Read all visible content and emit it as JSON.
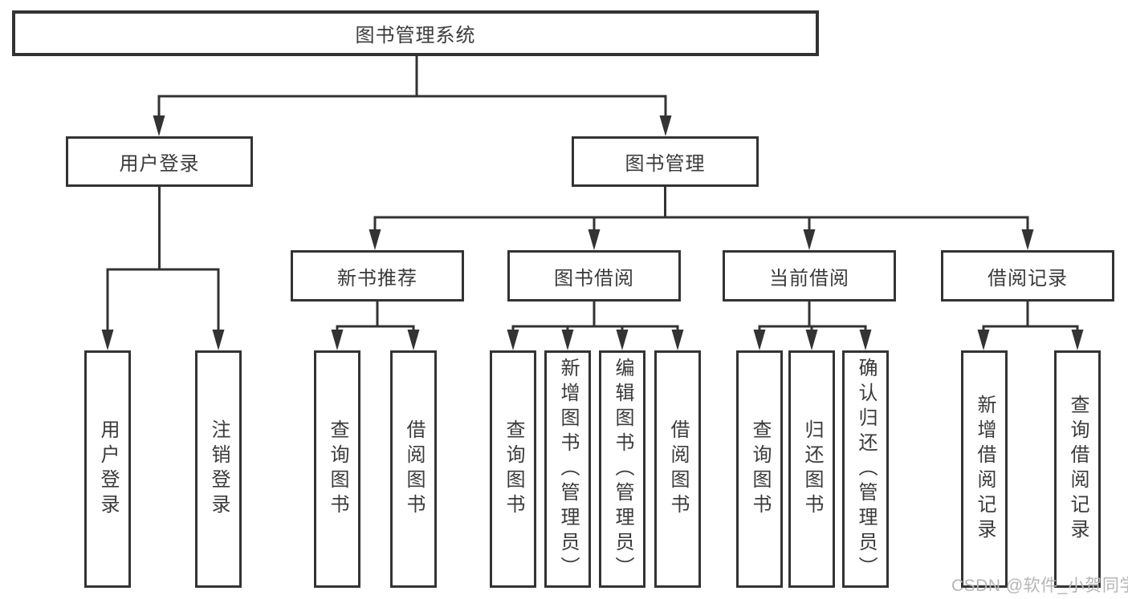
{
  "colors": {
    "line": "#333333",
    "box_border": "#333333",
    "text": "#3a3a3a",
    "background": "#ffffff",
    "watermark": "#b5b5b5"
  },
  "tree": {
    "root": {
      "label": "图书管理系统"
    },
    "branches": [
      {
        "label": "用户登录",
        "leaves": [
          {
            "label": "用户登录"
          },
          {
            "label": "注销登录"
          }
        ]
      },
      {
        "label": "图书管理",
        "groups": [
          {
            "label": "新书推荐",
            "leaves": [
              {
                "label": "查询图书"
              },
              {
                "label": "借阅图书"
              }
            ]
          },
          {
            "label": "图书借阅",
            "leaves": [
              {
                "label": "查询图书"
              },
              {
                "label": "新增图书（管理员）"
              },
              {
                "label": "编辑图书（管理员）"
              },
              {
                "label": "借阅图书"
              }
            ]
          },
          {
            "label": "当前借阅",
            "leaves": [
              {
                "label": "查询图书"
              },
              {
                "label": "归还图书"
              },
              {
                "label": "确认归还（管理员）"
              }
            ]
          },
          {
            "label": "借阅记录",
            "leaves": [
              {
                "label": "新增借阅记录"
              },
              {
                "label": "查询借阅记录"
              }
            ]
          }
        ]
      }
    ]
  },
  "watermark": {
    "text": "CSDN @软件_小贺同学"
  }
}
